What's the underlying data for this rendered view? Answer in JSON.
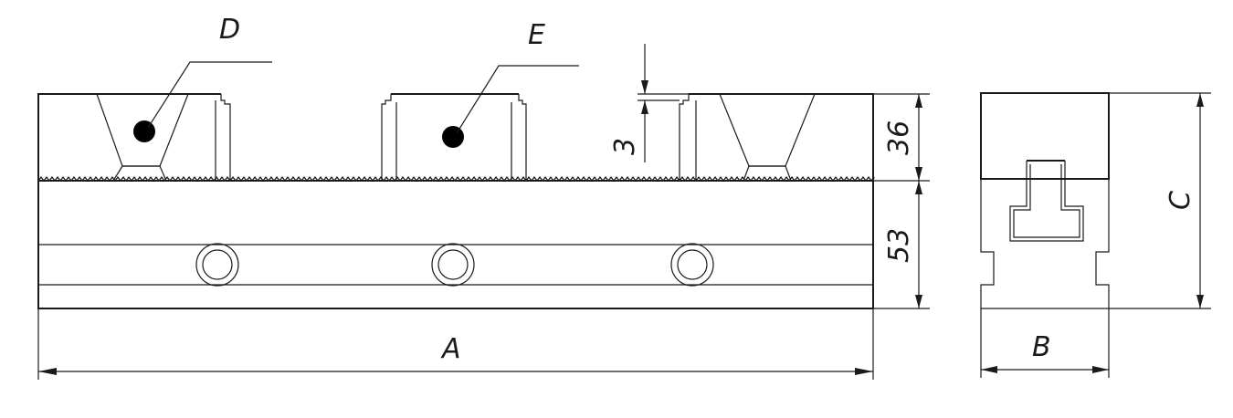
{
  "labels": {
    "D": "D",
    "E": "E",
    "A": "A",
    "B": "B",
    "C": "C"
  },
  "dimensions": {
    "groove_depth": "3",
    "jaw_height": "36",
    "base_height": "53"
  },
  "colors": {
    "line": "#1a1a1a",
    "marker": "#000000",
    "background": "#ffffff"
  }
}
